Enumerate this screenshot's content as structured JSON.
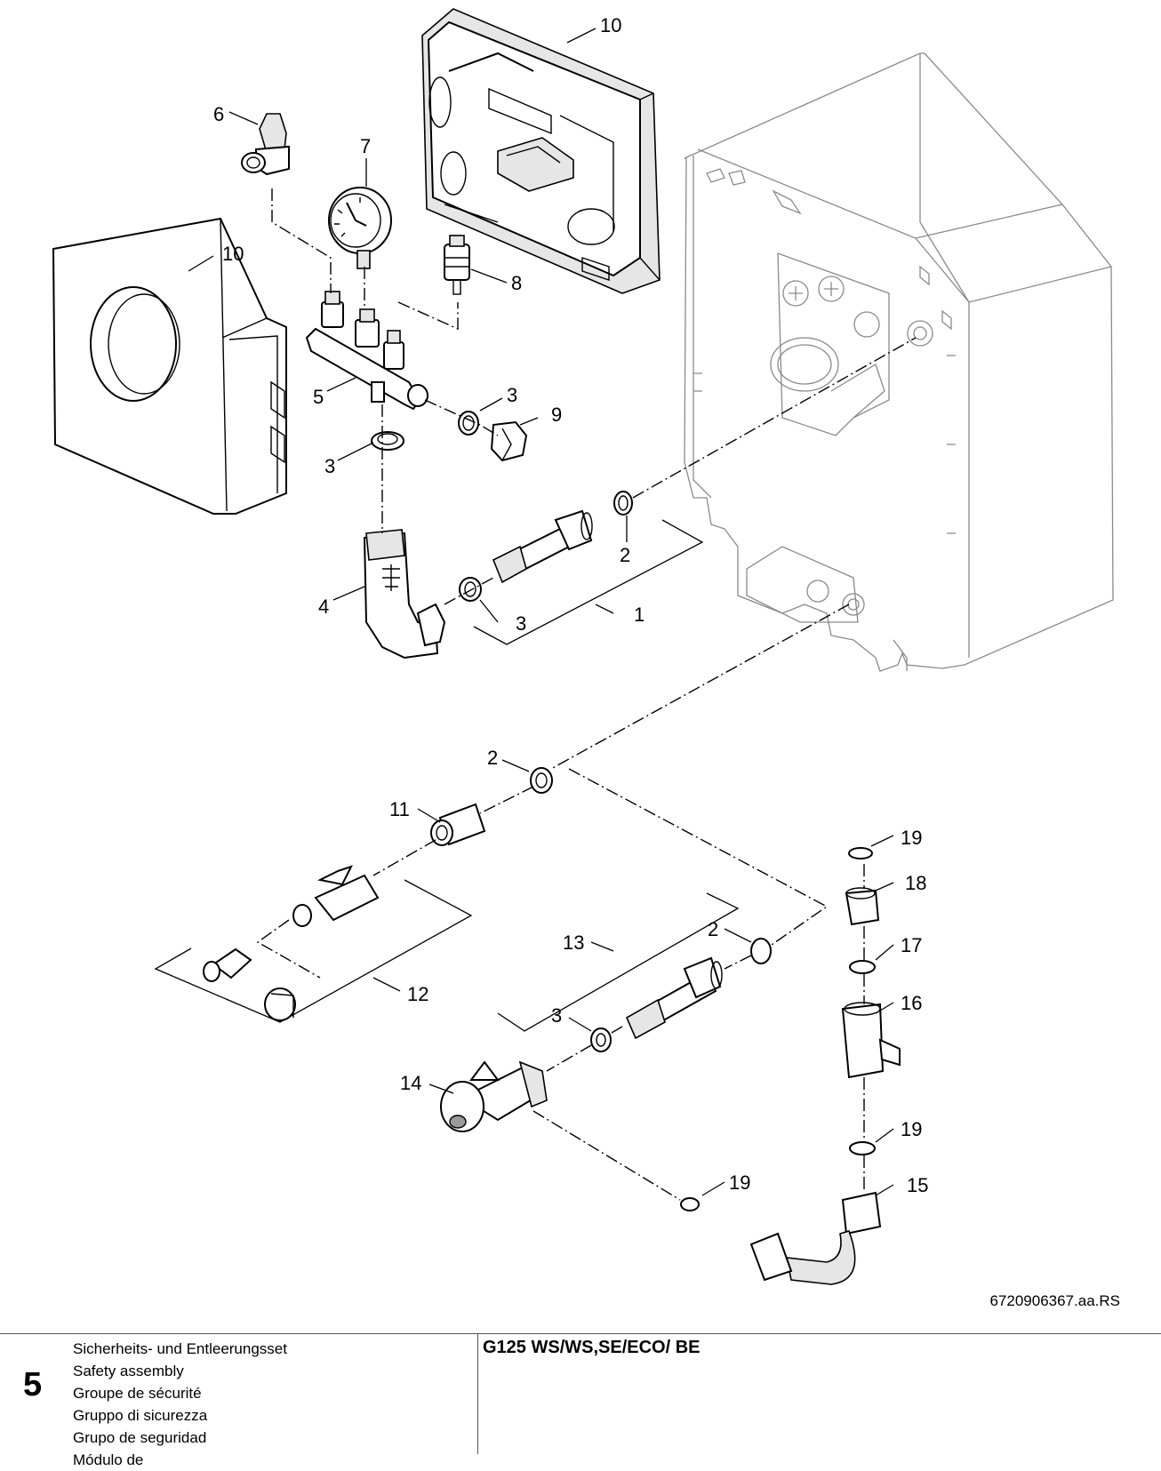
{
  "diagram": {
    "callouts": [
      {
        "id": "c10a",
        "text": "10"
      },
      {
        "id": "c6",
        "text": "6"
      },
      {
        "id": "c7",
        "text": "7"
      },
      {
        "id": "c10b",
        "text": "10"
      },
      {
        "id": "c8",
        "text": "8"
      },
      {
        "id": "c5",
        "text": "5"
      },
      {
        "id": "c3a",
        "text": "3"
      },
      {
        "id": "c9",
        "text": "9"
      },
      {
        "id": "c3b",
        "text": "3"
      },
      {
        "id": "c2a",
        "text": "2"
      },
      {
        "id": "c4",
        "text": "4"
      },
      {
        "id": "c3c",
        "text": "3"
      },
      {
        "id": "c1",
        "text": "1"
      },
      {
        "id": "c2b",
        "text": "2"
      },
      {
        "id": "c11",
        "text": "11"
      },
      {
        "id": "c19a",
        "text": "19"
      },
      {
        "id": "c18",
        "text": "18"
      },
      {
        "id": "c2c",
        "text": "2"
      },
      {
        "id": "c13",
        "text": "13"
      },
      {
        "id": "c17",
        "text": "17"
      },
      {
        "id": "c12",
        "text": "12"
      },
      {
        "id": "c16",
        "text": "16"
      },
      {
        "id": "c3d",
        "text": "3"
      },
      {
        "id": "c14",
        "text": "14"
      },
      {
        "id": "c19b",
        "text": "19"
      },
      {
        "id": "c19c",
        "text": "19"
      },
      {
        "id": "c15",
        "text": "15"
      }
    ],
    "document_id": "6720906367.aa.RS"
  },
  "footer": {
    "section_number": "5",
    "titles": [
      "Sicherheits- und Entleerungsset",
      "Safety assembly",
      "Groupe de sécurité",
      "Gruppo di sicurezza",
      "Grupo de seguridad",
      "Módulo de"
    ],
    "model": "G125 WS/WS,SE/ECO/ BE"
  }
}
